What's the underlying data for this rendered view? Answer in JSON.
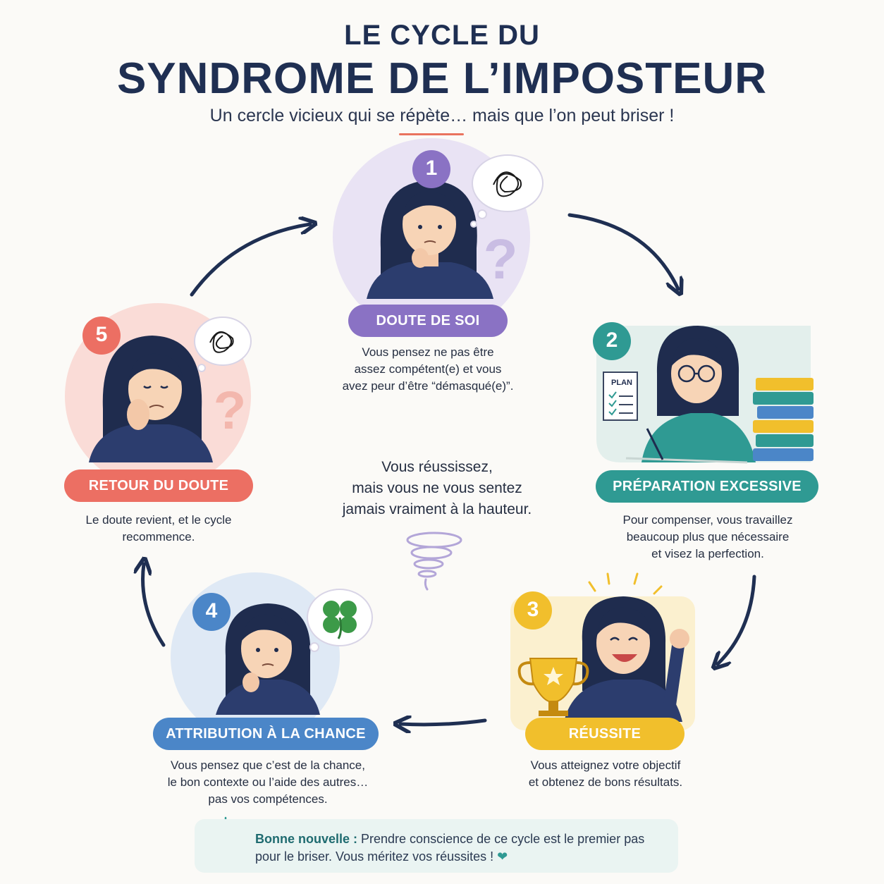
{
  "header": {
    "title_line1": "LE CYCLE DU",
    "title_line2": "SYNDROME DE L’IMPOSTEUR",
    "subtitle": "Un cercle vicieux qui se répète… mais que l’on peut briser !"
  },
  "steps": [
    {
      "number": "1",
      "label": "DOUTE DE SOI",
      "description": [
        "Vous pensez ne pas être",
        "assez compétent(e) et vous",
        "avez peur d’être “démasqué(e)”."
      ],
      "color": "#8a72c4"
    },
    {
      "number": "2",
      "label": "PRÉPARATION EXCESSIVE",
      "description": [
        "Pour compenser, vous travaillez",
        "beaucoup plus que nécessaire",
        "et visez la perfection."
      ],
      "color": "#2f9a93",
      "plan_label": "PLAN"
    },
    {
      "number": "3",
      "label": "RÉUSSITE",
      "description": [
        "Vous atteignez votre objectif",
        "et obtenez de bons résultats."
      ],
      "color": "#f1bf2c"
    },
    {
      "number": "4",
      "label": "ATTRIBUTION À LA CHANCE",
      "description": [
        "Vous pensez que c’est de la chance,",
        "le bon contexte ou l’aide des autres…",
        "pas vos compétences."
      ],
      "color": "#4b86c8"
    },
    {
      "number": "5",
      "label": "RETOUR DU DOUTE",
      "description": [
        "Le doute revient, et le cycle",
        "recommence."
      ],
      "color": "#ec6f63"
    }
  ],
  "center": {
    "lines": [
      "Vous réussissez,",
      "mais vous ne vous sentez",
      "jamais vraiment à la hauteur."
    ]
  },
  "note": {
    "bold": "Bonne nouvelle :",
    "text_line1": " Prendre conscience de ce cycle est le premier pas",
    "text_line2": "pour le briser. Vous méritez vos réussites !"
  },
  "icons": {
    "step1": [
      "question-mark-icon",
      "scribble-thought-icon"
    ],
    "step5": [
      "question-mark-icon",
      "scribble-thought-icon"
    ],
    "step4": [
      "four-leaf-clover-icon"
    ],
    "step3": [
      "trophy-icon"
    ],
    "step2": [
      "books-icon",
      "checklist-icon"
    ],
    "center": [
      "spiral-icon"
    ],
    "note": [
      "lightbulb-icon",
      "heart-icon"
    ]
  }
}
